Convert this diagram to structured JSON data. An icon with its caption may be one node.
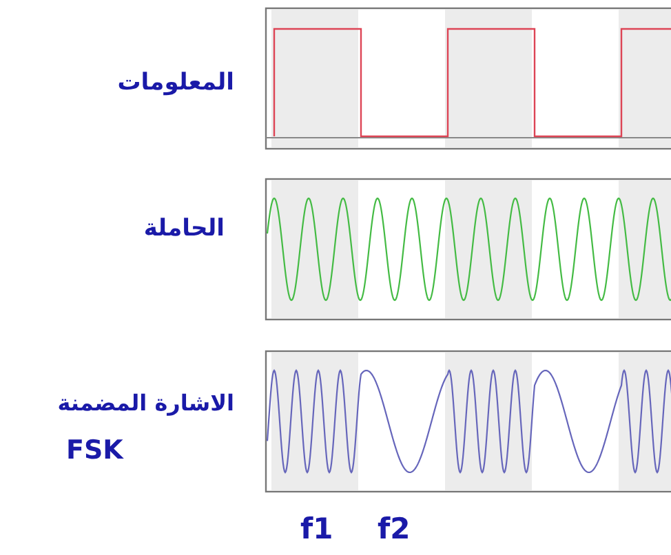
{
  "diagram": {
    "labels": [
      "المعلومات",
      "الحاملة",
      "الاشارة المضمنة",
      "FSK",
      "f1",
      "f2"
    ]
  }
}
